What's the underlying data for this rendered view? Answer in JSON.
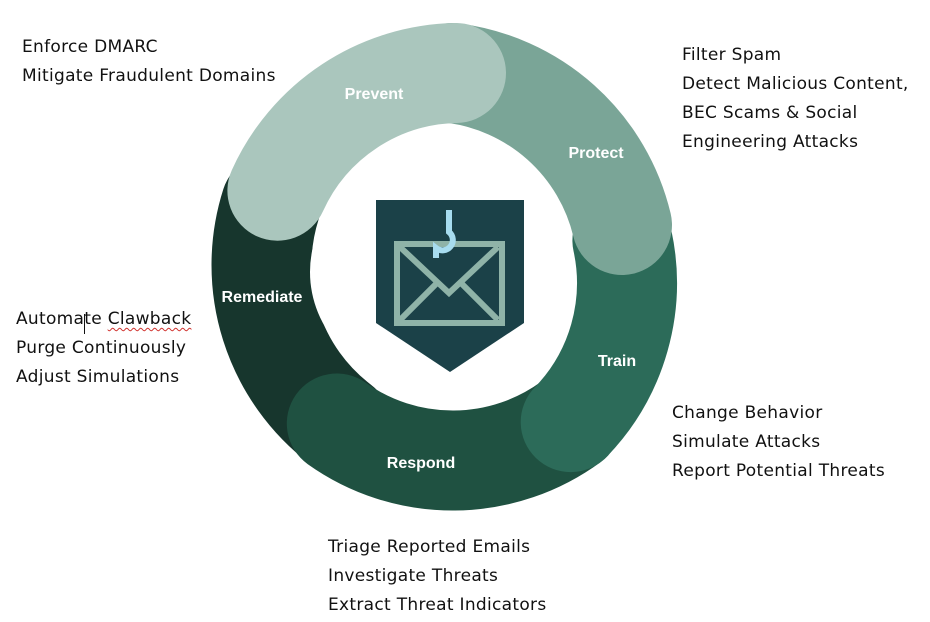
{
  "colors": {
    "prevent": "#aac6bd",
    "protect": "#7aa597",
    "train": "#2c6b59",
    "respond": "#1f5141",
    "remediate": "#17362d",
    "shield": "#1b4148",
    "envelope": "#8fb3a8",
    "hook": "#a7dcef"
  },
  "center_icon": "phishing-email-shield-icon",
  "segments": {
    "prevent": "Prevent",
    "protect": "Protect",
    "train": "Train",
    "respond": "Respond",
    "remediate": "Remediate"
  },
  "notes": {
    "prevent": [
      "Enforce DMARC",
      "Mitigate Fraudulent Domains"
    ],
    "protect": [
      "Filter Spam",
      "Detect Malicious Content,",
      "BEC Scams & Social",
      "Engineering Attacks"
    ],
    "train": [
      "Change Behavior",
      "Simulate Attacks",
      "Report Potential Threats"
    ],
    "respond": [
      "Triage Reported Emails",
      "Investigate Threats",
      "Extract Threat Indicators"
    ],
    "remediate": [
      "Automate Clawback",
      "Purge Continuously",
      "Adjust Simulations"
    ]
  }
}
